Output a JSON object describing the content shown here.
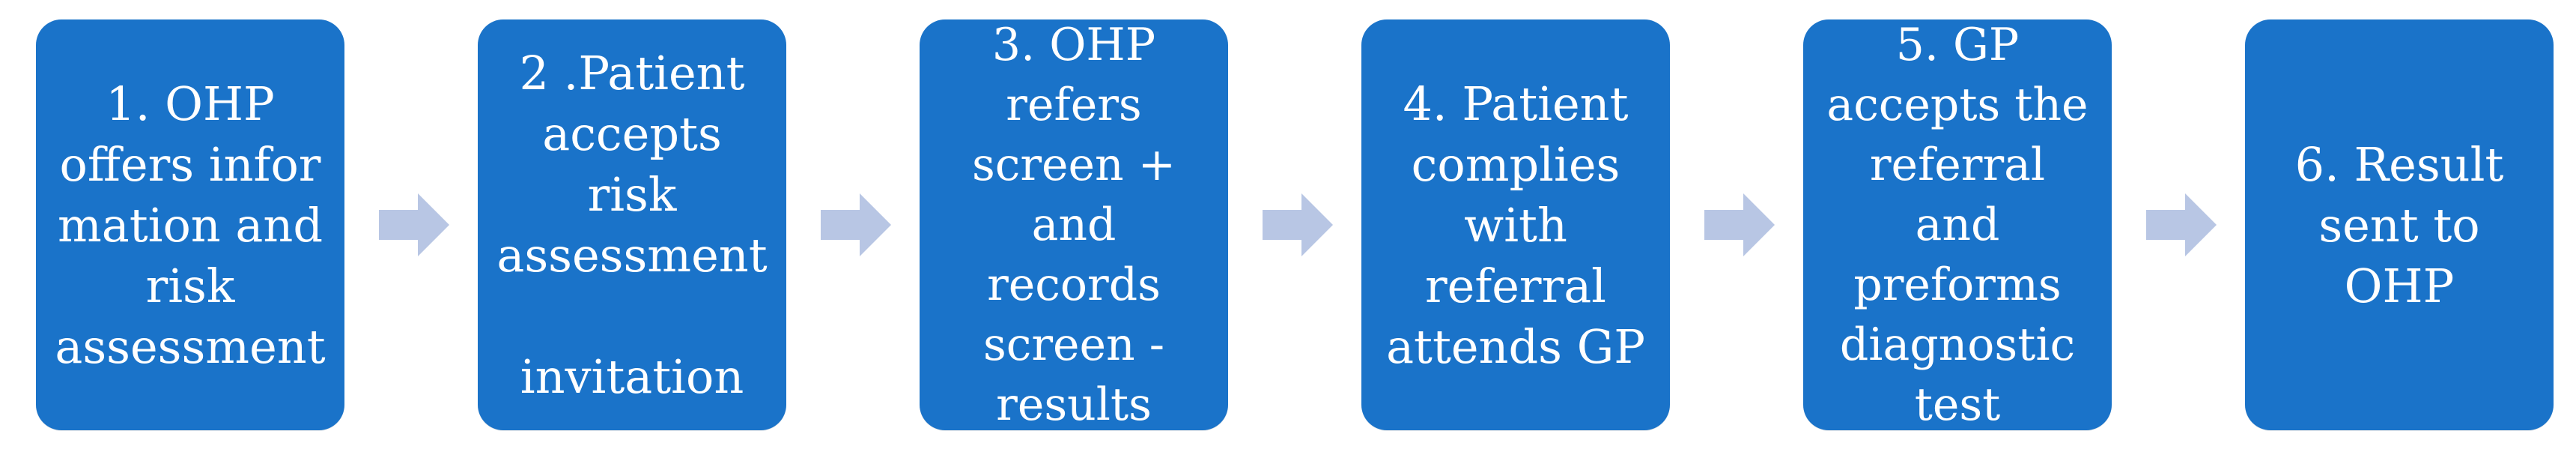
{
  "diagram": {
    "colors": {
      "box_fill": "#1a73c9",
      "text": "#ffffff",
      "arrow_fill": "#b8c6e4"
    },
    "steps": [
      {
        "label": "1. OHP\noffers infor\nmation and\nrisk\nassessment"
      },
      {
        "label": "2 .Patient\naccepts risk\nassessment\n\ninvitation"
      },
      {
        "label": "3. OHP\nrefers\nscreen +\nand records\nscreen -\nresults"
      },
      {
        "label": "4. Patient\ncomplies\nwith\nreferral\nattends GP"
      },
      {
        "label": "5. GP\naccepts the\nreferral and\npreforms\ndiagnostic\ntest"
      },
      {
        "label": "6. Result\nsent to\nOHP"
      }
    ],
    "connectors": [
      {
        "icon": "right-arrow-icon"
      },
      {
        "icon": "right-arrow-icon"
      },
      {
        "icon": "right-arrow-icon"
      },
      {
        "icon": "right-arrow-icon"
      },
      {
        "icon": "right-arrow-icon"
      }
    ]
  }
}
